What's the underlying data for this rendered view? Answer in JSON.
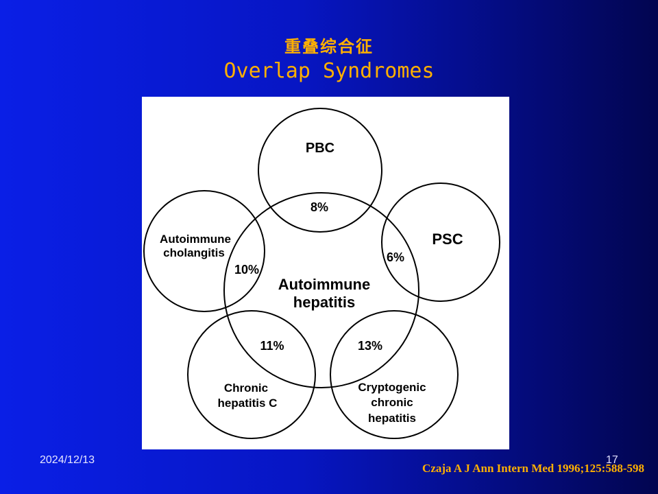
{
  "slide": {
    "title_cn": "重叠综合征",
    "title_en": "Overlap Syndromes",
    "date": "2024/12/13",
    "page_number": "17",
    "citation": "Czaja A J Ann Intern Med 1996;125:588-598"
  },
  "diagram": {
    "center": {
      "line1": "Autoimmune",
      "line2": "hepatitis"
    },
    "pbc": {
      "label": "PBC",
      "overlap": "8%"
    },
    "psc": {
      "label": "PSC",
      "overlap": "6%"
    },
    "aic": {
      "line1": "Autoimmune",
      "line2": "cholangitis",
      "overlap": "10%"
    },
    "chc": {
      "line1": "Chronic",
      "line2": "hepatitis C",
      "overlap": "11%"
    },
    "cch": {
      "line1": "Cryptogenic",
      "line2": "chronic",
      "line3": "hepatitis",
      "overlap": "13%"
    }
  },
  "colors": {
    "title": "#ffb000",
    "citation": "#ffb000",
    "background_start": "#0a1fe6",
    "background_end": "#020550"
  }
}
